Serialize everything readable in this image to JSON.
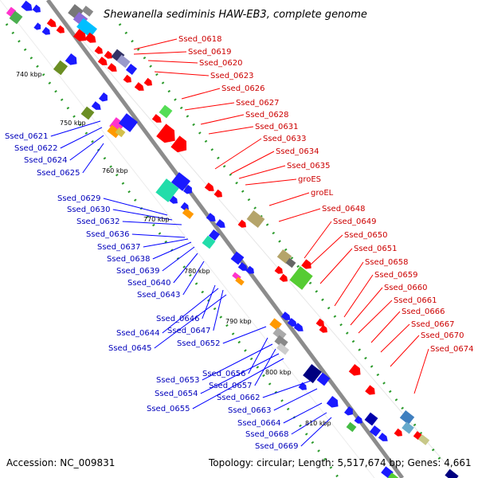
{
  "title": "Shewanella sediminis HAW-EB3, complete genome",
  "footer": {
    "accession": "Accession: NC_009831",
    "stats": "Topology: circular; Length: 5,517,674 bp; Genes: 4,661"
  },
  "ticks": [
    "740 kbp",
    "750 kbp",
    "760 kbp",
    "770 kbp",
    "780 kbp",
    "790 kbp",
    "800 kbp",
    "810 kbp"
  ],
  "genes_right": [
    "Ssed_0618",
    "Ssed_0619",
    "Ssed_0620",
    "Ssed_0623",
    "Ssed_0626",
    "Ssed_0627",
    "Ssed_0628",
    "Ssed_0631",
    "Ssed_0633",
    "Ssed_0634",
    "Ssed_0635",
    "groES",
    "groEL",
    "Ssed_0648",
    "Ssed_0649",
    "Ssed_0650",
    "Ssed_0651",
    "Ssed_0658",
    "Ssed_0659",
    "Ssed_0660",
    "Ssed_0661",
    "Ssed_0666",
    "Ssed_0667",
    "Ssed_0670",
    "Ssed_0674"
  ],
  "genes_left": [
    "Ssed_0621",
    "Ssed_0622",
    "Ssed_0624",
    "Ssed_0625",
    "Ssed_0629",
    "Ssed_0630",
    "Ssed_0632",
    "Ssed_0636",
    "Ssed_0637",
    "Ssed_0638",
    "Ssed_0639",
    "Ssed_0640",
    "Ssed_0643",
    "Ssed_0646",
    "Ssed_0644",
    "Ssed_0647",
    "Ssed_0645",
    "Ssed_0652",
    "Ssed_0656",
    "Ssed_0653",
    "Ssed_0657",
    "Ssed_0654",
    "Ssed_0662",
    "Ssed_0655",
    "Ssed_0663",
    "Ssed_0664",
    "Ssed_0668",
    "Ssed_0669"
  ],
  "colors": {
    "forward": "#ff0000",
    "reverse": "#0000ff",
    "backbone": "#888888",
    "gc_dots": "#009900"
  }
}
